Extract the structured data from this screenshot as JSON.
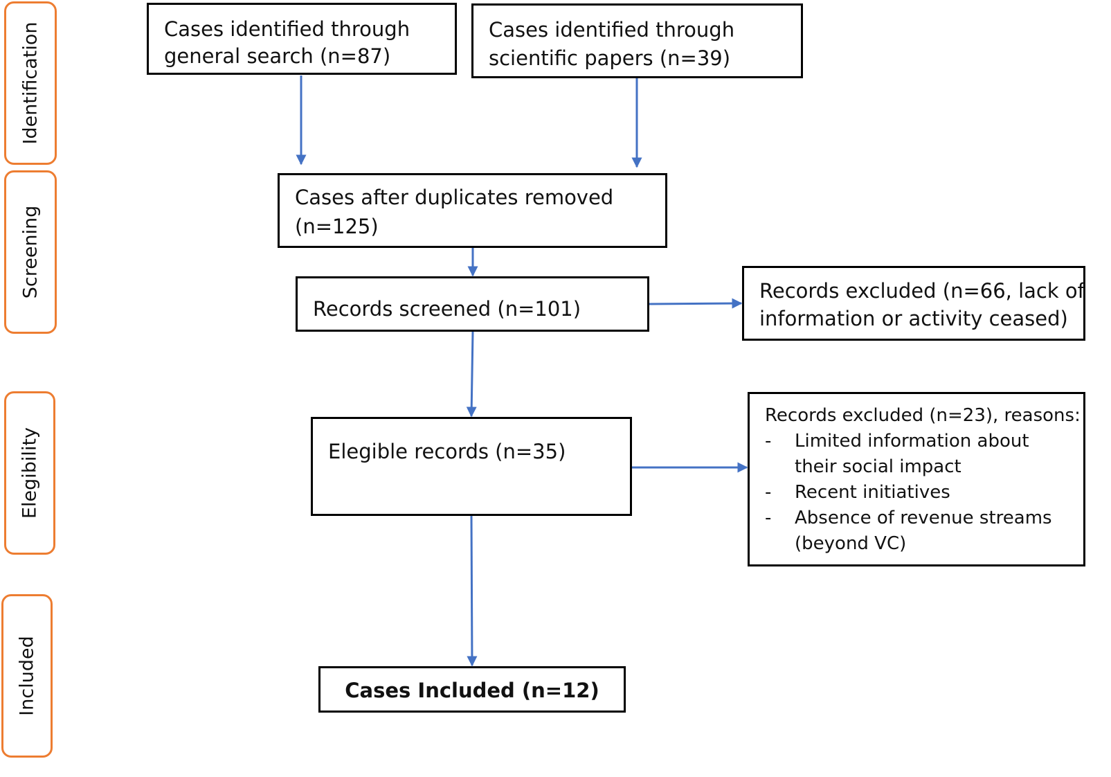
{
  "phases": {
    "identification": "Identification",
    "screening": "Screening",
    "elegibility": "Elegibility",
    "included": "Included"
  },
  "boxes": {
    "general_search": [
      "Cases identified through",
      "general search (n=87)"
    ],
    "scientific_papers": [
      "Cases identified through",
      "scientific papers (n=39)"
    ],
    "duplicates_removed": [
      "Cases after duplicates removed",
      "(n=125)"
    ],
    "records_screened": "Records screened (n=101)",
    "excluded_screening": [
      "Records excluded (n=66, lack of",
      "information or activity ceased)"
    ],
    "elegible_records": "Elegible records (n=35)",
    "excluded_eligibility": {
      "heading": "Records excluded (n=23), reasons:",
      "reasons": [
        {
          "dash": "-",
          "lines": [
            "Limited information about",
            "their social impact"
          ]
        },
        {
          "dash": "-",
          "lines": [
            "Recent initiatives"
          ]
        },
        {
          "dash": "-",
          "lines": [
            "Absence of revenue streams",
            "(beyond VC)"
          ]
        }
      ]
    },
    "cases_included": "Cases Included (n=12)"
  },
  "colors": {
    "phase_border": "#ED7D31",
    "arrow": "#4472C4",
    "box_border": "#000000"
  }
}
